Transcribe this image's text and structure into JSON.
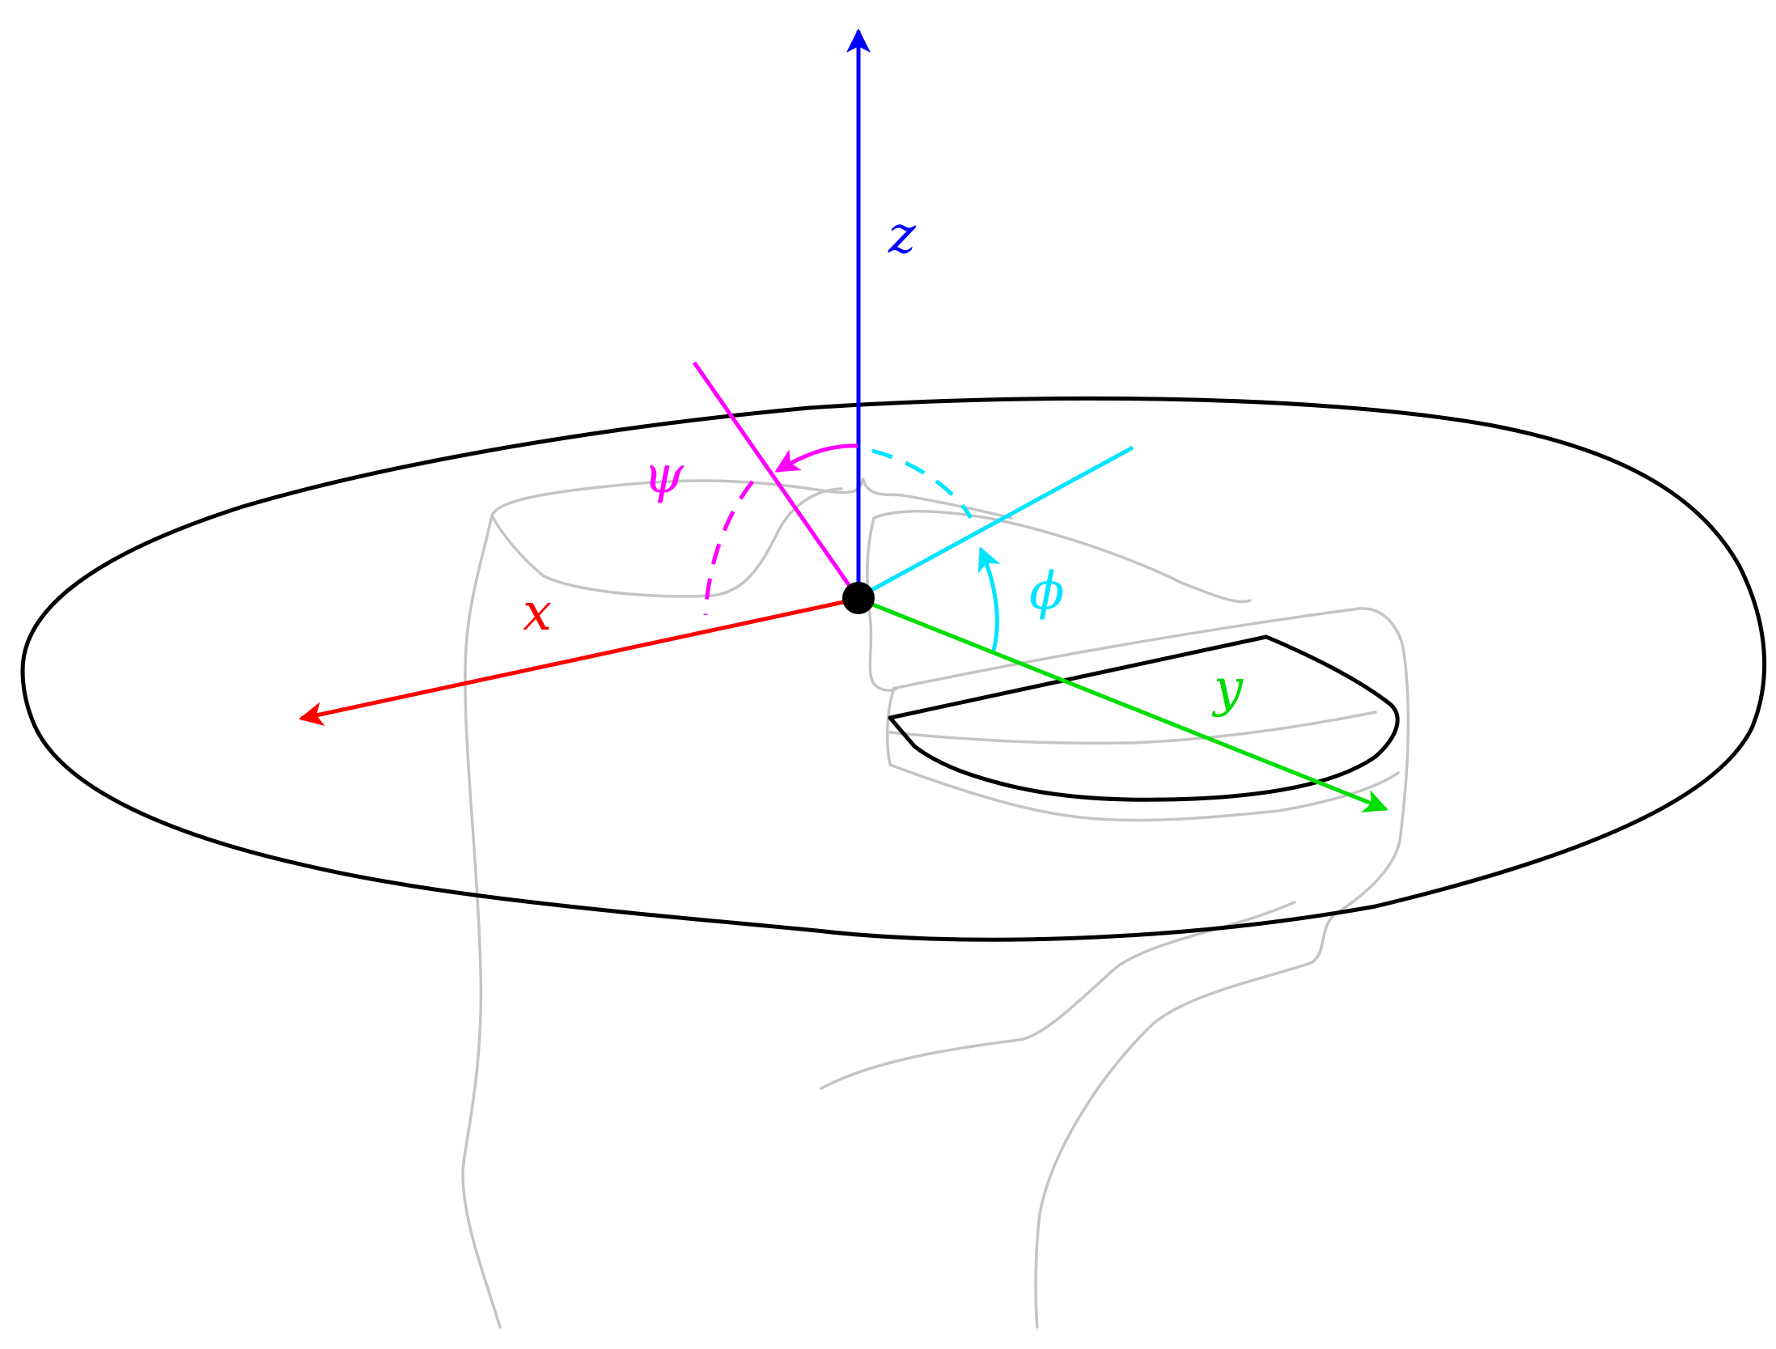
{
  "colors": {
    "x_axis": "#ff0000",
    "y_axis": "#00dd00",
    "z_axis": "#0000ff",
    "psi": "#ff00ff",
    "phi": "#00e5ff",
    "outline": "#000000",
    "sketch": "#c4c4c4"
  },
  "labels": {
    "x": "x",
    "y": "y",
    "z": "z",
    "psi": "ψ",
    "phi": "ϕ"
  }
}
